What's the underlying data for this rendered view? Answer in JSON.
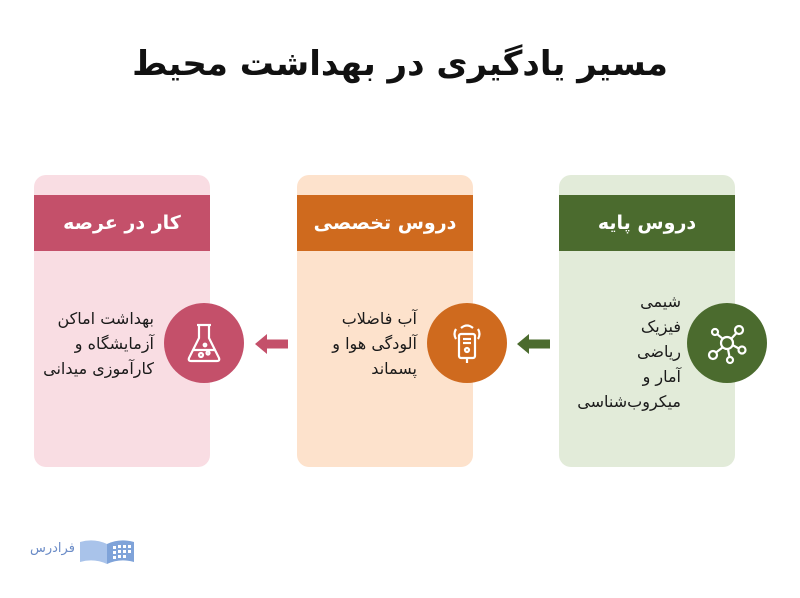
{
  "title": "مسیر یادگیری در بهداشت محیط",
  "cards": [
    {
      "header": "دروس پایه",
      "lines": [
        "شیمی",
        "فیزیک",
        "ریاضی",
        "آمار و",
        "میکروب‌شناسی"
      ],
      "icon": "molecule-icon",
      "colors": {
        "bg": "#e2ebd9",
        "header": "#4b6b2e",
        "circle": "#4b6b2e"
      }
    },
    {
      "header": "دروس تخصصی",
      "lines": [
        "آب فاضلاب",
        "آلودگی هوا و",
        "پسماند"
      ],
      "icon": "sensor-icon",
      "colors": {
        "bg": "#fde2cc",
        "header": "#cf6a1e",
        "circle": "#cf6a1e"
      }
    },
    {
      "header": "کار در عرصه",
      "lines": [
        "بهداشت اماکن",
        "آزمایشگاه و",
        "کارآموزی میدانی"
      ],
      "icon": "flask-icon",
      "colors": {
        "bg": "#f9dde3",
        "header": "#c4506a",
        "circle": "#c4506a"
      }
    }
  ],
  "arrows": [
    {
      "icon": "arrow-left-icon",
      "color": "#4b6b2e"
    },
    {
      "icon": "arrow-left-icon",
      "color": "#c4506a"
    }
  ],
  "logo": {
    "text": "فرادرس",
    "icon": "book-logo-icon",
    "color": "#6b8cc7"
  }
}
